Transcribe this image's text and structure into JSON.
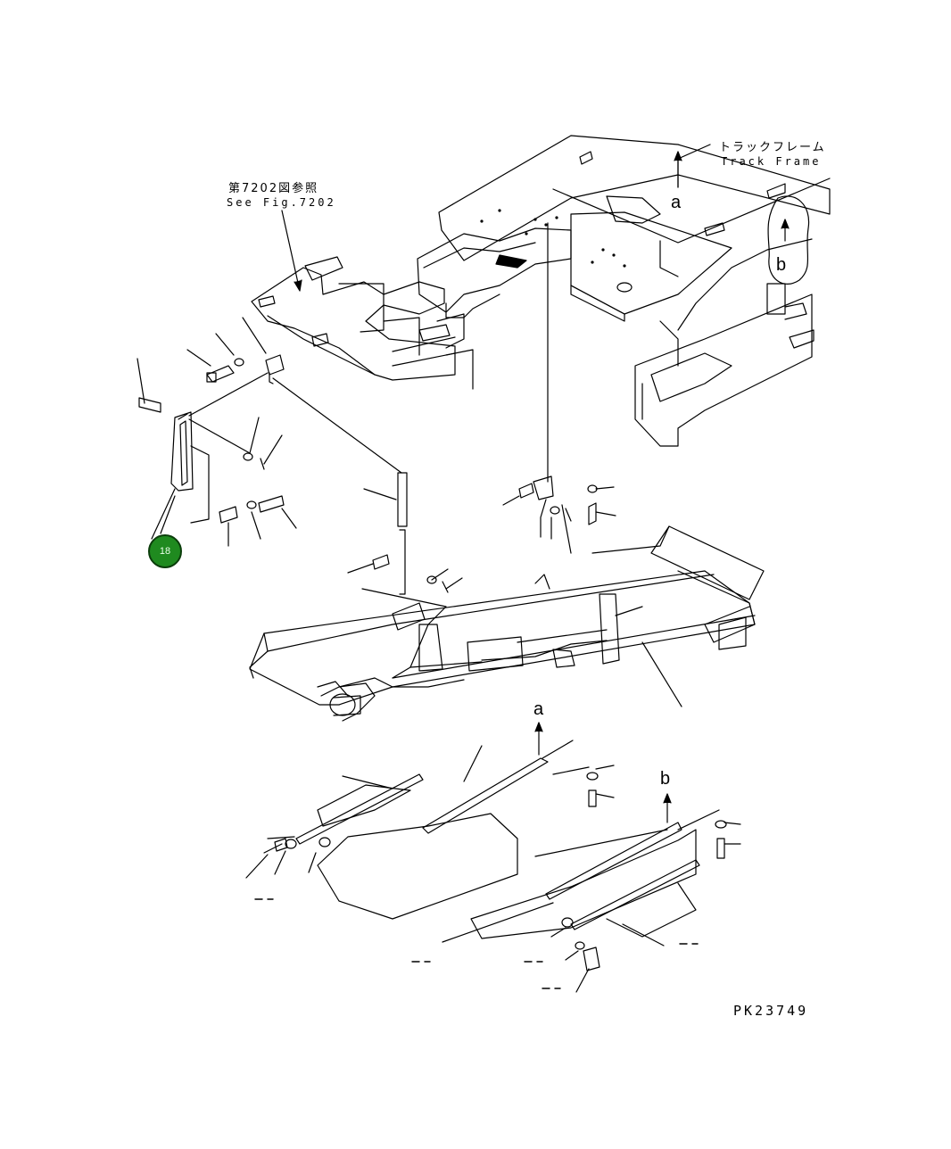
{
  "labels": {
    "track_frame_jp": "トラックフレーム",
    "track_frame_en": "Track Frame",
    "see_fig_jp": "第7202図参照",
    "see_fig_en": "See Fig.7202",
    "ref_a_top": "a",
    "ref_b_top": "b",
    "ref_a_bottom": "a",
    "ref_b_bottom": "b",
    "drawing_code": "PK23749"
  },
  "callout": {
    "number": "18",
    "color": "#1f8a1f"
  }
}
